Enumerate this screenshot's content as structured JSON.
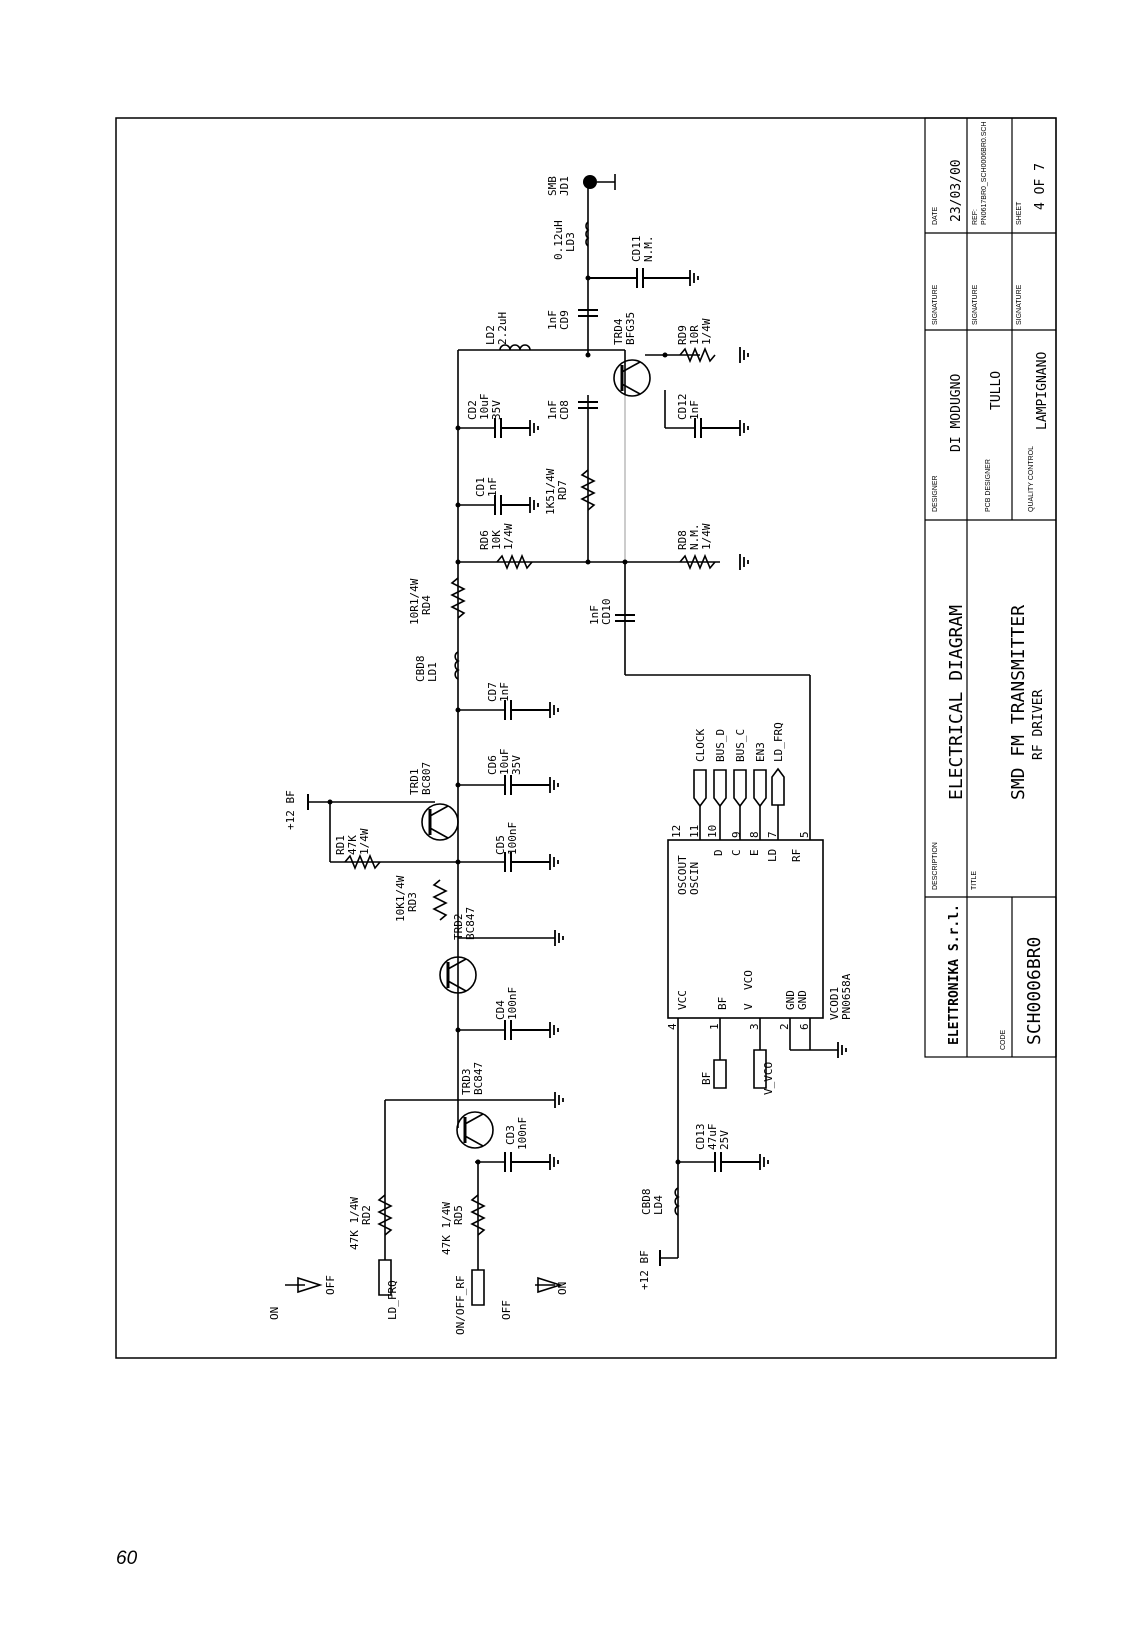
{
  "page_number": "60",
  "title_block": {
    "description_label": "DESCRIPTION",
    "description_value": "ELECTRICAL DIAGRAM",
    "title_label": "TITLE",
    "title_value": "SMD FM TRANSMITTER",
    "subtitle_value": "RF DRIVER",
    "code_label": "CODE",
    "code_value": "SCH0006BR0",
    "logo_text": "ELETTRONIKA S.r.l.",
    "designer_label": "DESIGNER",
    "designer_value": "DI MODUGNO",
    "pcb_designer_label": "PCB DESIGNER",
    "pcb_designer_value": "TULLO",
    "quality_label": "QUALITY CONTROL",
    "quality_value": "LAMPIGNANO",
    "signature_label": "SIGNATURE",
    "date_label": "DATE",
    "date_value": "23/03/00",
    "ref_label": "REF:",
    "ref_value": "PN0617BR0_SCH0006BR0.SCH",
    "sheet_label": "SHEET",
    "sheet_value": "4 OF 7"
  },
  "components": {
    "rd1": "RD1",
    "rd1_val1": "47K",
    "rd1_val2": "1/4W",
    "rd2": "RD2",
    "rd2_val": "47K 1/4W",
    "rd3": "RD3",
    "rd3_val": "10K1/4W",
    "rd4": "RD4",
    "rd4_val": "10R1/4W",
    "rd5": "RD5",
    "rd5_val": "47K 1/4W",
    "rd6": "RD6",
    "rd6_val1": "10K",
    "rd6_val2": "1/4W",
    "rd7": "RD7",
    "rd7_val": "1K51/4W",
    "rd8": "RD8",
    "rd8_val1": "N.M.",
    "rd8_val2": "1/4W",
    "rd9": "RD9",
    "rd9_val1": "10R",
    "rd9_val2": "1/4W",
    "cd1": "CD1",
    "cd1_val": "1nF",
    "cd2": "CD2",
    "cd2_val1": "10uF",
    "cd2_val2": "35V",
    "cd3": "CD3",
    "cd3_val": "100nF",
    "cd4": "CD4",
    "cd4_val": "100nF",
    "cd5": "CD5",
    "cd5_val": "100nF",
    "cd6": "CD6",
    "cd6_val1": "10uF",
    "cd6_val2": "35V",
    "cd7": "CD7",
    "cd7_val": "1nF",
    "cd8": "CD8",
    "cd8_val": "1nF",
    "cd9": "CD9",
    "cd9_val": "1nF",
    "cd10": "CD10",
    "cd10_val": "1nF",
    "cd11": "CD11",
    "cd11_val": "N.M.",
    "cd12": "CD12",
    "cd12_val": "1nF",
    "cd13": "CD13",
    "cd13_val1": "47uF",
    "cd13_val2": "25V",
    "ld1": "LD1",
    "ld1_val": "CBD8",
    "ld2": "LD2",
    "ld2_val": "2.2uH",
    "ld3": "LD3",
    "ld3_val": "0.12uH",
    "ld4": "LD4",
    "ld4_val": "CBD8",
    "trd1": "TRD1",
    "trd1_val": "BC807",
    "trd2": "TRD2",
    "trd2_val": "BC847",
    "trd3": "TRD3",
    "trd3_val": "BC847",
    "trd4": "TRD4",
    "trd4_val": "BFG35",
    "jd1": "JD1",
    "jd1_val": "SMB",
    "vcod1": "VCOD1",
    "vcod1_val": "PN0658A",
    "plus12bf_1": "+12 BF",
    "plus12bf_2": "+12 BF"
  },
  "ic_pins": {
    "vcc": "VCC",
    "bf": "BF",
    "v": "V",
    "vco": "VCO",
    "gnd1": "GND",
    "gnd2": "GND",
    "oscout": "OSCOUT",
    "oscin": "OSCIN",
    "d": "D",
    "c": "C",
    "e": "E",
    "ld": "LD",
    "rf": "RF",
    "n1": "1",
    "n2": "2",
    "n3": "3",
    "n4": "4",
    "n5": "5",
    "n6": "6",
    "n7": "7",
    "n8": "8",
    "n9": "9",
    "n10": "10",
    "n11": "11",
    "n12": "12"
  },
  "connectors": {
    "clock": "CLOCK",
    "bus_d": "BUS_D",
    "bus_c": "BUS_C",
    "en3": "EN3",
    "ld_frq_out": "LD_FRQ",
    "bf": "BF",
    "v_vco": "V_VCO",
    "ld_frq_in": "LD_FRQ",
    "on_off_rf": "ON/OFF_RF",
    "on1": "ON",
    "off1": "OFF",
    "off2": "OFF",
    "on2": "ON"
  }
}
